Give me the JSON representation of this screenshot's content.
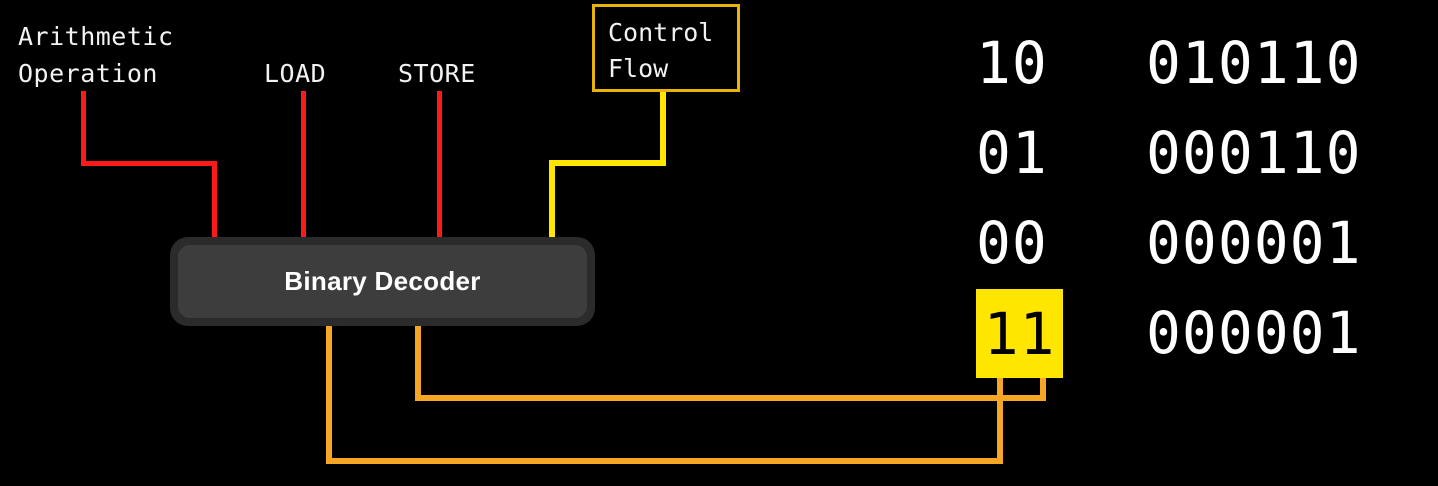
{
  "diagram": {
    "background_color": "#000000",
    "title_node": {
      "label": "Binary Decoder",
      "fill_color": "#3d3d3d",
      "border_color": "#2b2b2b",
      "text_color": "#ffffff"
    },
    "input_labels": [
      {
        "id": "arithmetic-operation",
        "text": "Arithmetic\nOperation",
        "connector_color": "#ff1a1a"
      },
      {
        "id": "load",
        "text": "LOAD",
        "connector_color": "#ff1a1a"
      },
      {
        "id": "store",
        "text": "STORE",
        "connector_color": "#ff1a1a"
      }
    ],
    "control_flow_node": {
      "text": "Control\nFlow",
      "border_color": "#eab308",
      "connector_color": "#ffe600",
      "text_color": "#f2f2f2"
    },
    "output_connector_color": "#f5a623",
    "highlight_color": "#ffe600"
  },
  "binary_table": {
    "rows": [
      {
        "code": "10",
        "value": "010110",
        "highlighted": false
      },
      {
        "code": "01",
        "value": "000110",
        "highlighted": false
      },
      {
        "code": "00",
        "value": "000001",
        "highlighted": false
      },
      {
        "code": "11",
        "value": "000001",
        "highlighted": true
      }
    ]
  }
}
